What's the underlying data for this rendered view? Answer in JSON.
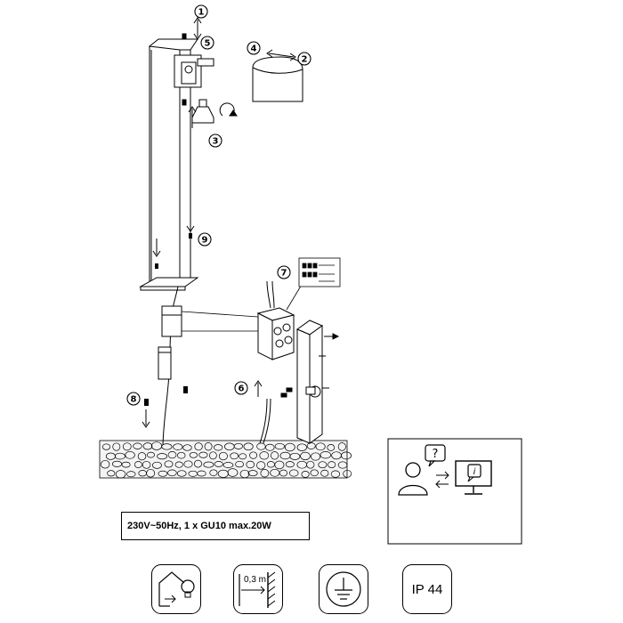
{
  "steps": [
    "1",
    "2",
    "3",
    "4",
    "5",
    "6",
    "7",
    "8",
    "9"
  ],
  "spec_text": "230V~50Hz, 1 x GU10 max.20W",
  "icons": {
    "ip_rating": "IP 44",
    "min_distance": "0,3 m",
    "names": [
      "indoor-outdoor-bulb-icon",
      "min-distance-icon",
      "earth-ground-icon",
      "ip-rating-icon",
      "help-question-icon",
      "info-monitor-icon"
    ]
  }
}
